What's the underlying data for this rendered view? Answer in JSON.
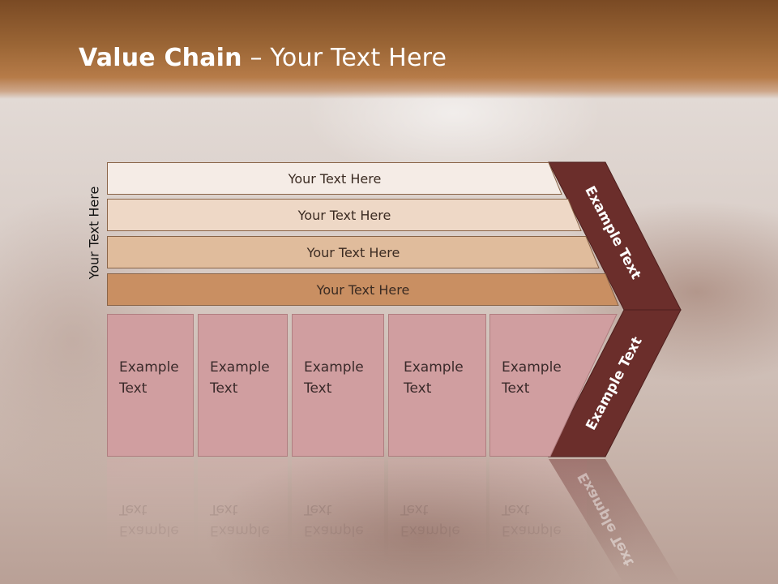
{
  "title": {
    "bold": "Value Chain",
    "rest": " – Your Text Here"
  },
  "side_label": "Your Text Here",
  "rows": [
    {
      "label": "Your Text Here",
      "color": "#f5ece6"
    },
    {
      "label": "Your Text Here",
      "color": "#eed8c6"
    },
    {
      "label": "Your Text Here",
      "color": "#e0bc9c"
    },
    {
      "label": "Your Text Here",
      "color": "#c98f62"
    }
  ],
  "boxes": [
    {
      "line1": "Example",
      "line2": "Text"
    },
    {
      "line1": "Example",
      "line2": "Text"
    },
    {
      "line1": "Example",
      "line2": "Text"
    },
    {
      "line1": "Example",
      "line2": "Text"
    },
    {
      "line1": "Example",
      "line2": "Text"
    }
  ],
  "chevron": {
    "upper_label": "Example Text",
    "lower_label": "Example Text",
    "color": "#6b2e2b"
  },
  "colors": {
    "box_fill": "#d09ea0",
    "box_border": "#b07e80",
    "row_border": "#8a6448"
  }
}
